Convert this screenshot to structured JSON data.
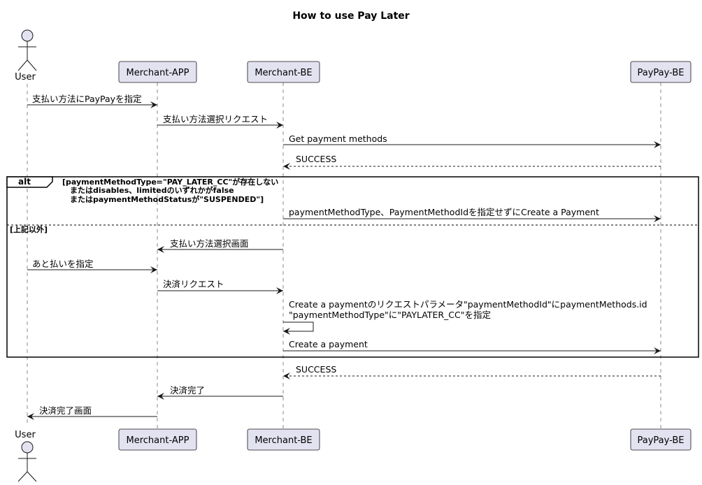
{
  "title": "How to use Pay Later",
  "participants": {
    "user": "User",
    "app": "Merchant-APP",
    "be": "Merchant-BE",
    "paypay": "PayPay-BE"
  },
  "messages": {
    "m1": "支払い方法にPayPayを指定",
    "m2": "支払い方法選択リクエスト",
    "m3": "Get payment methods",
    "m4": "SUCCESS",
    "m5": "paymentMethodType、PaymentMethodIdを指定せずにCreate a Payment",
    "m6": "支払い方法選択画面",
    "m7": "あと払いを指定",
    "m8": "決済リクエスト",
    "m9_line1": "Create a paymentのリクエストパラメータ\"paymentMethodId\"にpaymentMethods.id",
    "m9_line2": "\"paymentMethodType\"に\"PAYLATER_CC\"を指定",
    "m10": "Create a payment",
    "m11": "SUCCESS",
    "m12": "決済完了",
    "m13": "決済完了画面"
  },
  "alt": {
    "label": "alt",
    "cond_line1": "[paymentMethodType=\"PAY_LATER_CC\"が存在しない",
    "cond_line2": "またはdisables、limitedのいずれかがfalse",
    "cond_line3": "またはpaymentMethodStatusが\"SUSPENDED\"]",
    "else_cond": "[上記以外]"
  }
}
